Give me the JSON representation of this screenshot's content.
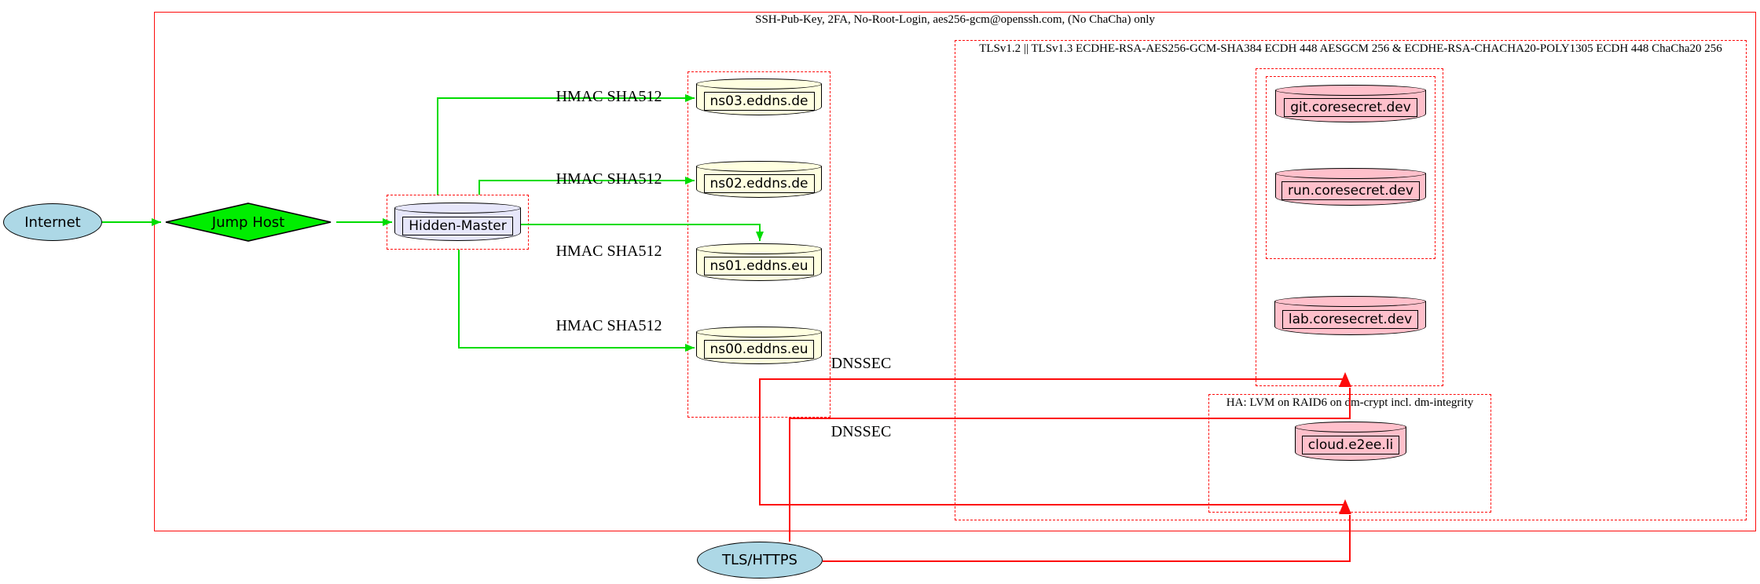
{
  "diagram": {
    "perimeter_label": "SSH-Pub-Key, 2FA, No-Root-Login, aes256-gcm@openssh.com, (No ChaCha) only",
    "tls_cluster_label": "TLSv1.2 || TLSv1.3 ECDHE-RSA-AES256-GCM-SHA384 ECDH 448 AESGCM 256 & ECDHE-RSA-CHACHA20-POLY1305 ECDH 448 ChaCha20 256",
    "ha_cluster_label": "HA: LVM on RAID6 on dm-crypt incl. dm-integrity",
    "nodes": {
      "internet": "Internet",
      "jump_host": "Jump Host",
      "hidden_master": "Hidden-Master",
      "ns03": "ns03.eddns.de",
      "ns02": "ns02.eddns.de",
      "ns01": "ns01.eddns.eu",
      "ns00": "ns00.eddns.eu",
      "git": "git.coresecret.dev",
      "run": "run.coresecret.dev",
      "lab": "lab.coresecret.dev",
      "cloud": "cloud.e2ee.li",
      "tls_https": "TLS/HTTPS"
    },
    "edge_labels": {
      "hmac": [
        "HMAC SHA512",
        "HMAC SHA512",
        "HMAC SHA512",
        "HMAC SHA512"
      ],
      "dnssec": [
        "DNSSEC",
        "DNSSEC"
      ]
    },
    "colors": {
      "red": "#fd0b0b",
      "edge_green": "#00dc00",
      "node_green": "#00ee00",
      "lightblue": "#add8e6",
      "lavender": "#e6e6fa",
      "lightyellow": "#ffffe0",
      "pink": "#ffc0cb"
    }
  }
}
